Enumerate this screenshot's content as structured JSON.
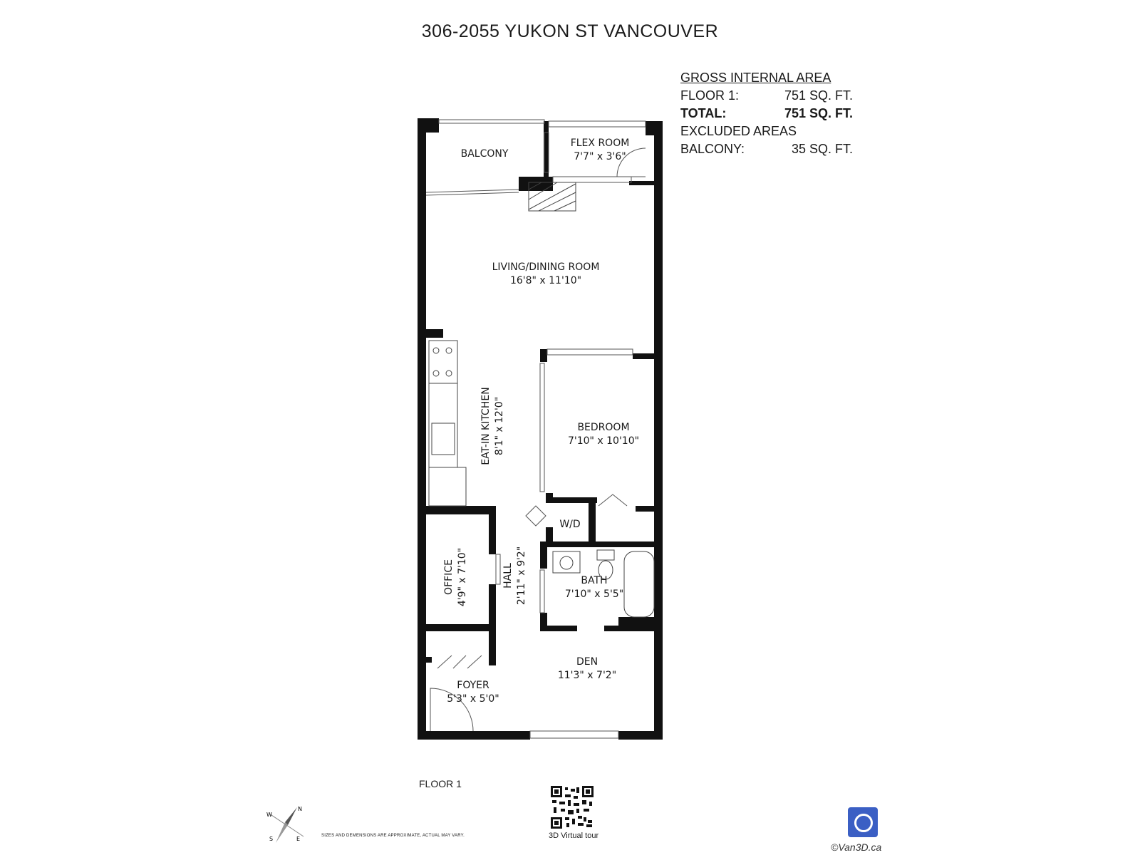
{
  "title": "306-2055 YUKON ST VANCOUVER",
  "area_summary": {
    "header": "GROSS INTERNAL AREA",
    "floor_label": "FLOOR 1:",
    "floor_value": "751 SQ. FT.",
    "total_label": "TOTAL:",
    "total_value": "751 SQ. FT.",
    "excluded_header": "EXCLUDED AREAS",
    "balcony_label": "BALCONY:",
    "balcony_value": "35 SQ. FT."
  },
  "rooms": {
    "balcony": {
      "name": "BALCONY"
    },
    "flex": {
      "name": "FLEX ROOM",
      "dims": "7'7\" x 3'6\""
    },
    "living": {
      "name": "LIVING/DINING ROOM",
      "dims": "16'8\" x 11'10\""
    },
    "kitchen": {
      "name": "EAT-IN KITCHEN",
      "dims": "8'1\" x 12'0\""
    },
    "bedroom": {
      "name": "BEDROOM",
      "dims": "7'10\" x 10'10\""
    },
    "wd": {
      "name": "W/D"
    },
    "office": {
      "name": "OFFICE",
      "dims": "4'9\" x 7'10\""
    },
    "hall": {
      "name": "HALL",
      "dims": "2'11\" x 9'2\""
    },
    "bath": {
      "name": "BATH",
      "dims": "7'10\" x 5'5\""
    },
    "den": {
      "name": "DEN",
      "dims": "11'3\" x 7'2\""
    },
    "foyer": {
      "name": "FOYER",
      "dims": "5'3\" x 5'0\""
    }
  },
  "floor_label": "FLOOR 1",
  "disclaimer": "SIZES AND DEMENSIONS ARE APPROXIMATE, ACTUAL MAY VARY.",
  "qr_label": "3D Virtual tour",
  "brand": "©Van3D.ca",
  "compass": {
    "n": "N",
    "e": "E",
    "s": "S",
    "w": "W"
  }
}
